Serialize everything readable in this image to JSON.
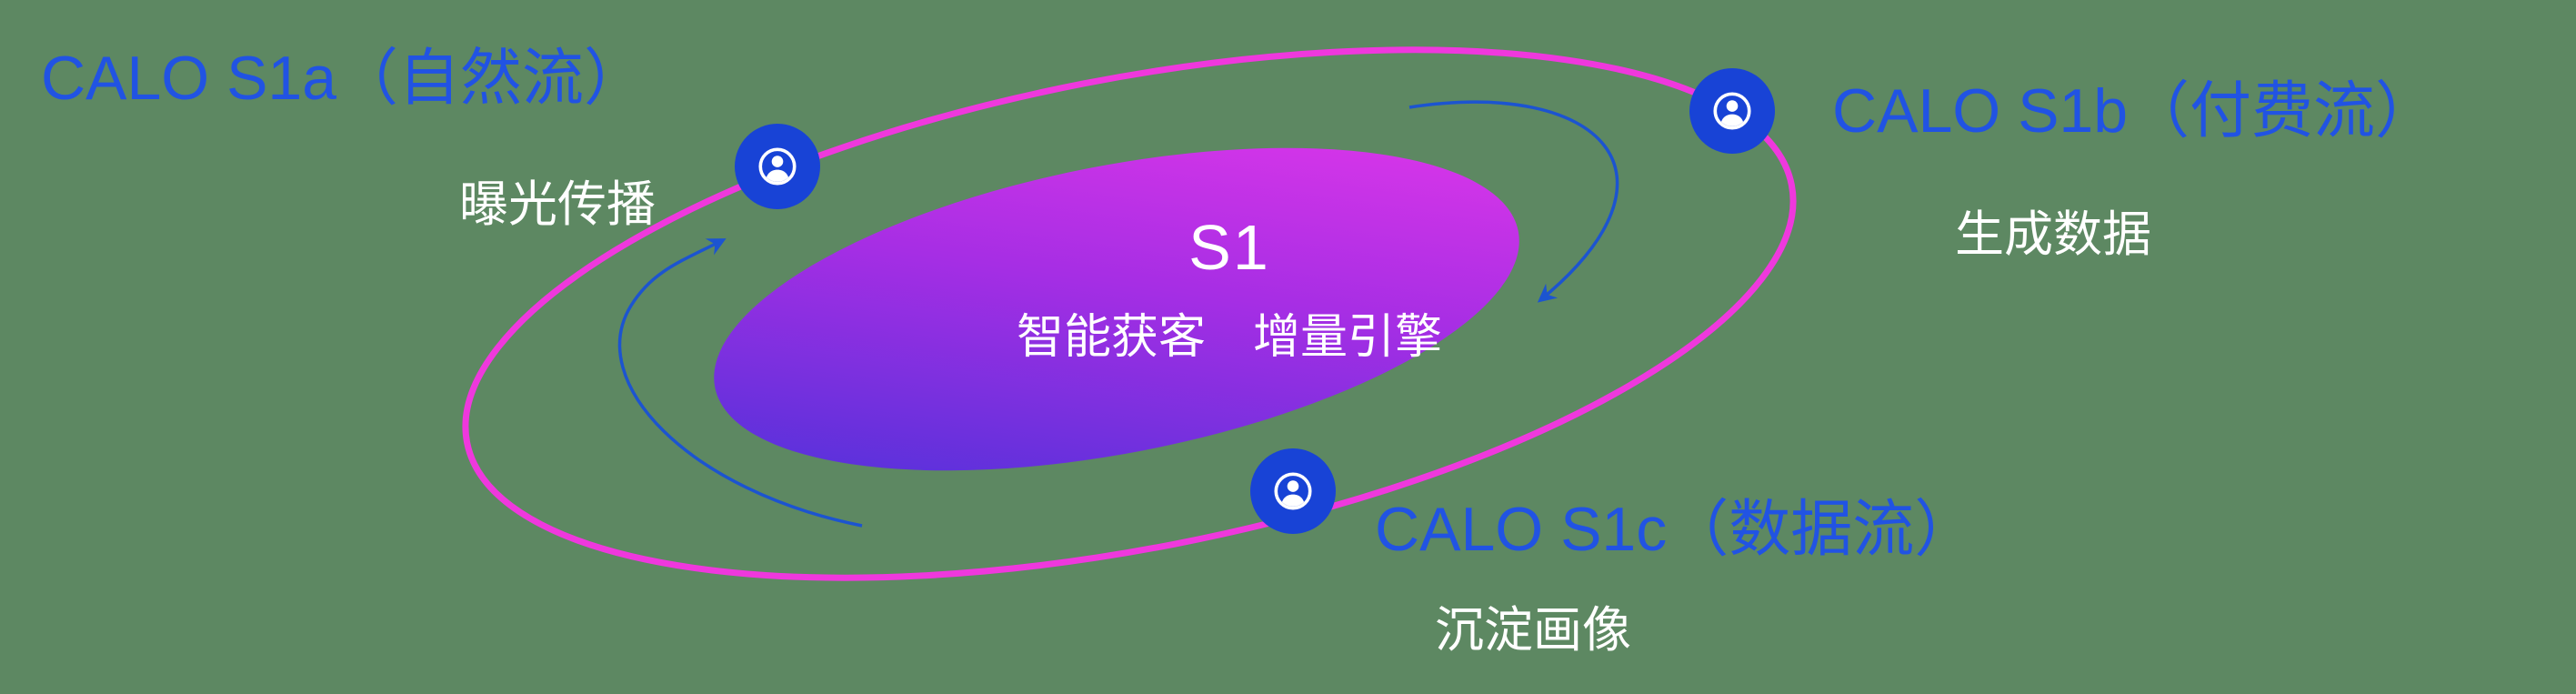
{
  "colors": {
    "background": "#5d8862",
    "orbit": "#ef38dd",
    "node-blue": "#1843d6",
    "label-blue": "#2153e3",
    "arrow-blue": "#1c54d0",
    "grad-start": "#4432d8",
    "grad-mid": "#a62ee4",
    "grad-end": "#e838ea",
    "text-white": "#ffffff"
  },
  "center": {
    "title": "S1",
    "subtitle": "智能获客　增量引擎"
  },
  "nodes": [
    {
      "label": "CALO S1a（自然流）",
      "sublabel": "曝光传播"
    },
    {
      "label": "CALO S1b（付费流）",
      "sublabel": "生成数据"
    },
    {
      "label": "CALO S1c（数据流）",
      "sublabel": "沉淀画像"
    }
  ]
}
